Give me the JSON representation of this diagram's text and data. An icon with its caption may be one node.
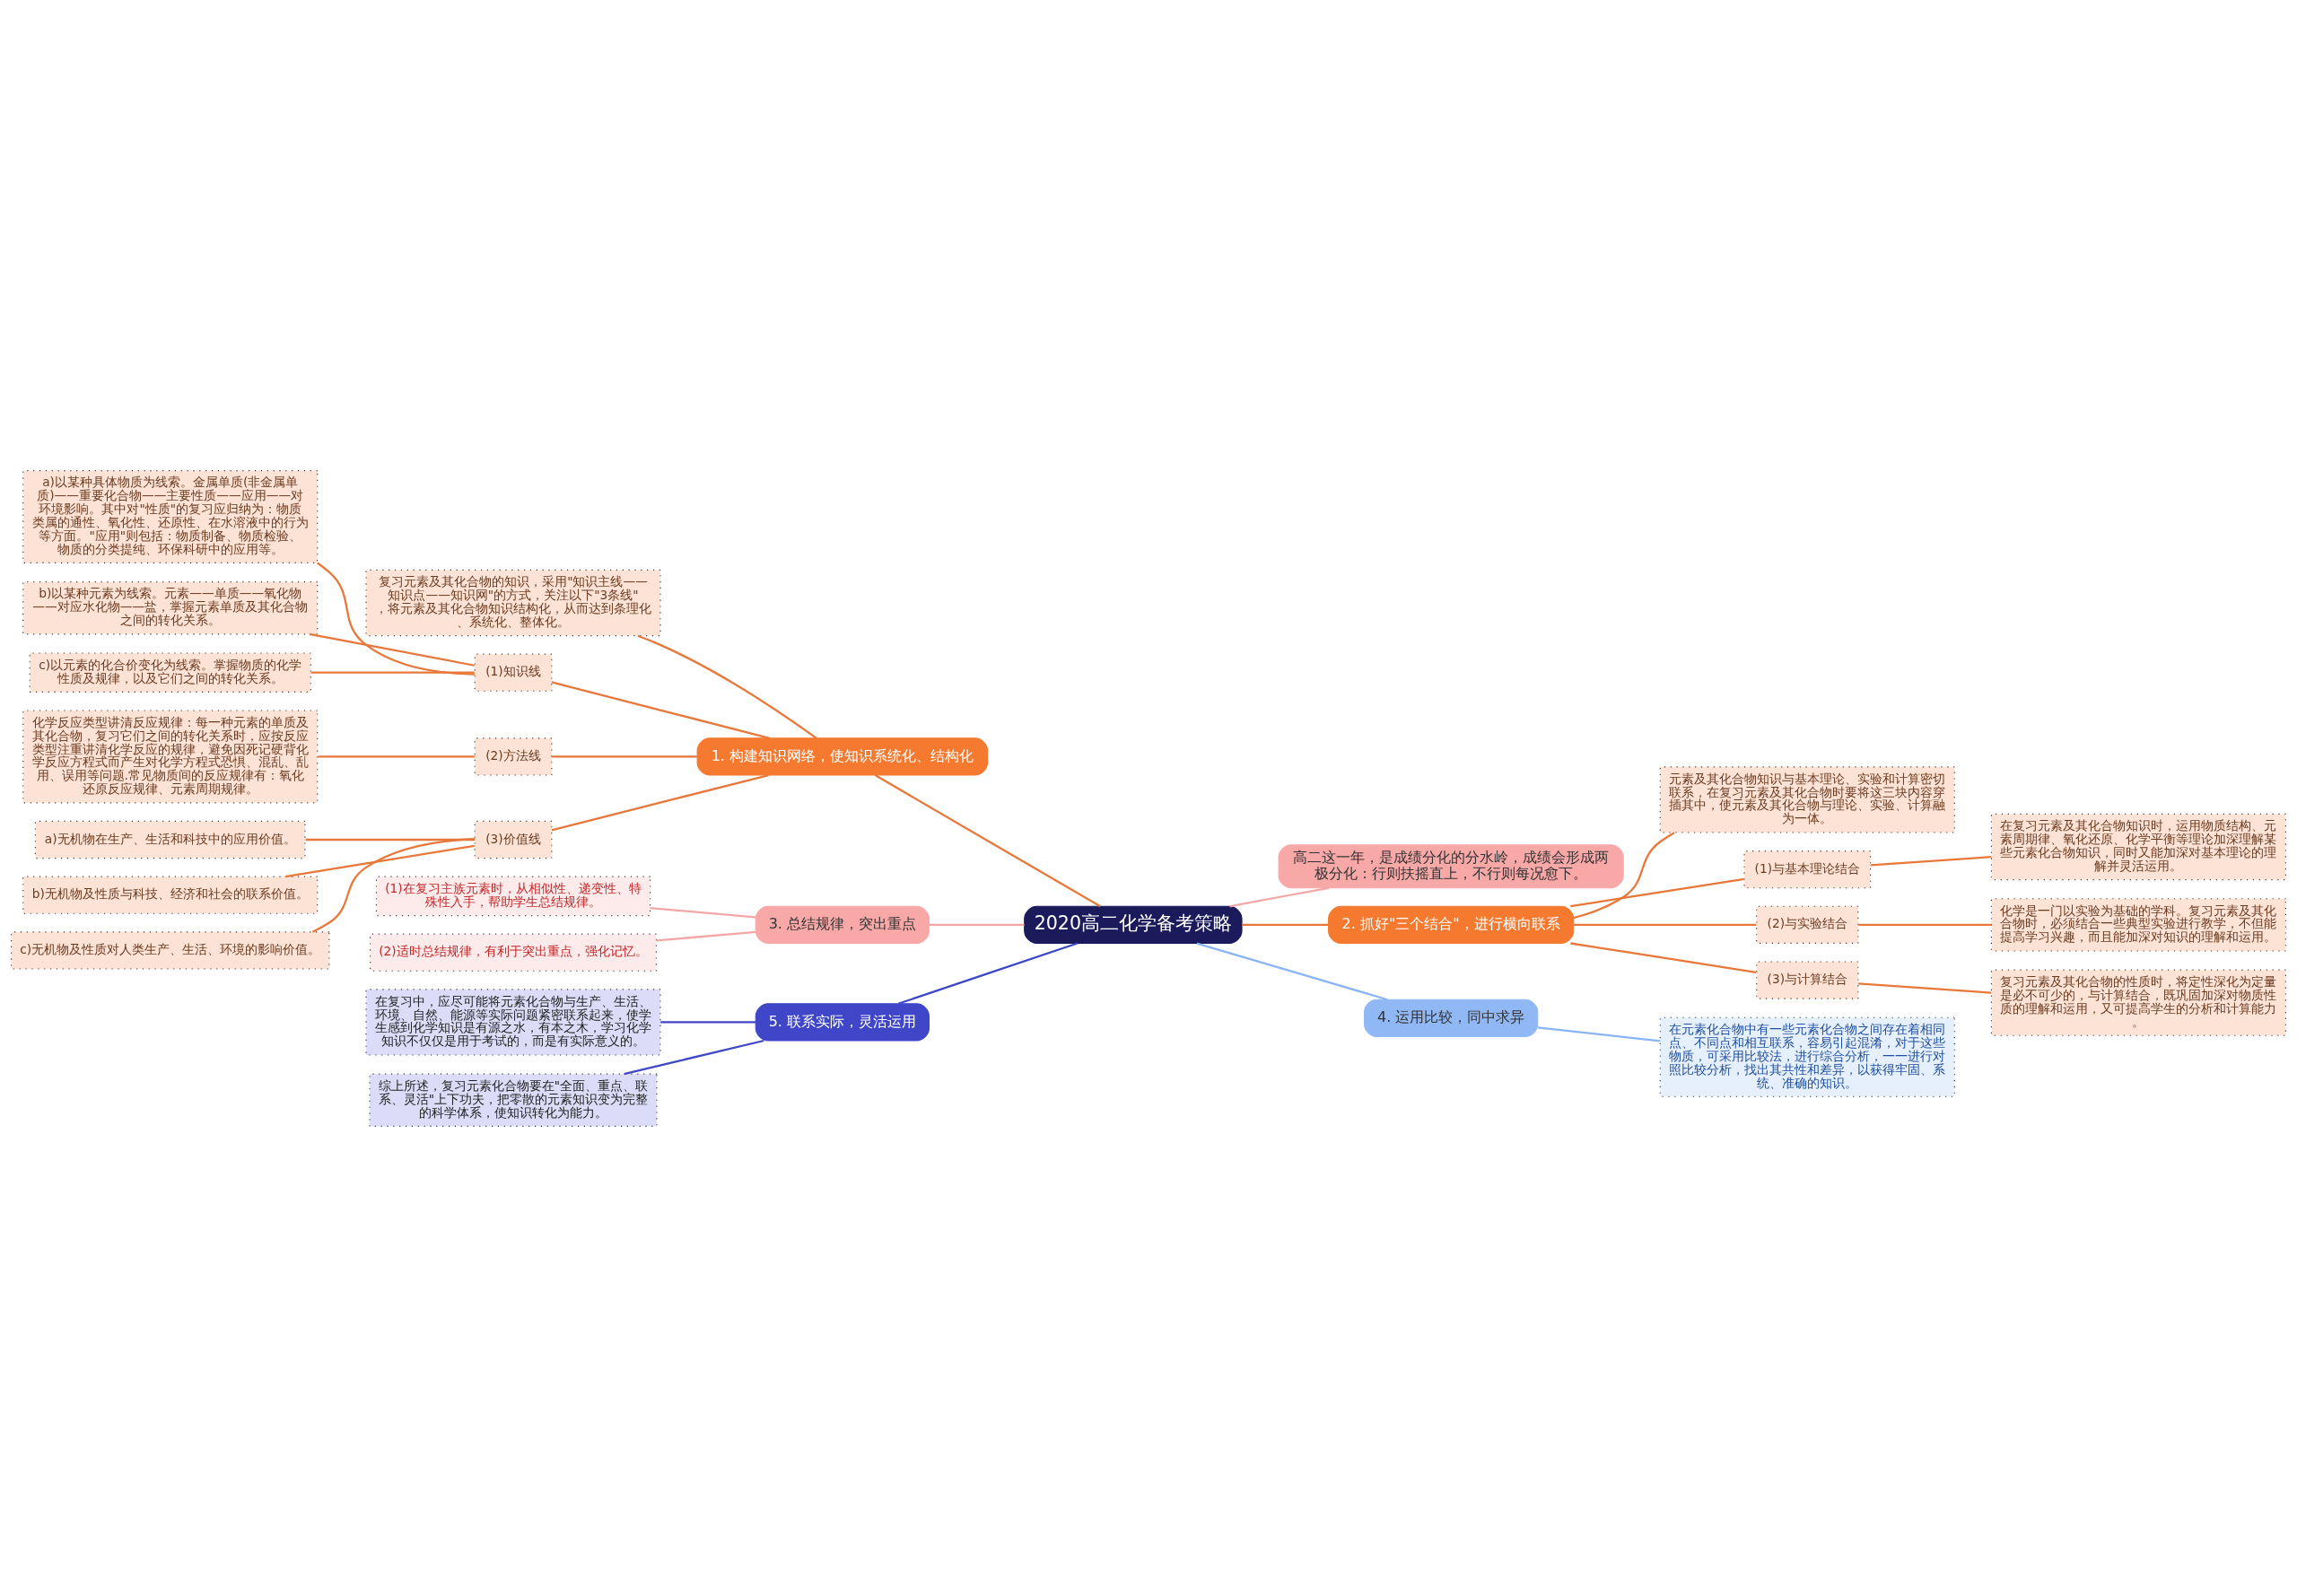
{
  "diagram": {
    "nodes": [
      {
        "text": [
          "2020高二化学备考策略"
        ]
      },
      {
        "text": [
          "1. 构建知识网络，使知识系统化、结构化"
        ]
      },
      {
        "text": [
          "复习元素及其化合物的知识，采用\"知识主线——知识点——知识网\"的方式，关注以下\"3条线\"，将元素及其化合物知识结构化，从而达到条理化、系统化、整体化。"
        ]
      },
      {
        "text": [
          "(1)知识线"
        ]
      },
      {
        "text": [
          "a)以某种具体物质为线索。金属单质(非金属单质)——重要化合物——主要性质——应用——对环境影响。其中对\"性质\"的复习应归纳为：物质类属的通性、氧化性、还原性、在水溶液中的行为等方面。\"应用\"则包括：物质制备、物质检验、物质的分类提纯、环保科研中的应用等。"
        ]
      },
      {
        "text": [
          "b)以某种元素为线索。元素——单质——氧化物——对应水化物——盐，掌握元素单质及其化合物之间的转化关系。"
        ]
      },
      {
        "text": [
          "c)以元素的化合价变化为线索。掌握物质的化学性质及规律，以及它们之间的转化关系。"
        ]
      },
      {
        "text": [
          "(2)方法线"
        ]
      },
      {
        "text": [
          "化学反应类型讲清反应规律：每一种元素的单质及其化合物，复习它们之间的转化关系时，应按反应类型注重讲清化学反应的规律，避免因死记硬背化学反应方程式而产生对化学方程式恐惧、混乱、乱用、误用等问题.常见物质间的反应规律有：氧化还原反应规律、元素周期规律。"
        ]
      },
      {
        "text": [
          "(3)价值线"
        ]
      },
      {
        "text": [
          "a)无机物在生产、生活和科技中的应用价值。"
        ]
      },
      {
        "text": [
          "b)无机物及性质与科技、经济和社会的联系价值。"
        ]
      },
      {
        "text": [
          "c)无机物及性质对人类生产、生活、环境的影响价值。"
        ]
      },
      {
        "text": [
          "3. 总结规律，突出重点"
        ]
      },
      {
        "text": [
          "(1)在复习主族元素时，从相似性、递变性、特殊性入手，帮助学生总结规律。"
        ]
      },
      {
        "text": [
          "(2)适时总结规律，有利于突出重点，强化记忆。"
        ]
      },
      {
        "text": [
          "5. 联系实际，灵活运用"
        ]
      },
      {
        "text": [
          "在复习中，应尽可能将元素化合物与生产、生活、环境、自然、能源等实际问题紧密联系起来，使学生感到化学知识是有源之水，有本之木，学习化学知识不仅仅是用于考试的，而是有实际意义的。"
        ]
      },
      {
        "text": [
          "综上所述，复习元素化合物要在\"全面、重点、联系、灵活\"上下功夫，把零散的元素知识变为完整的科学体系，使知识转化为能力。"
        ]
      },
      {
        "text": [
          "高二这一年，是成绩分化的分水岭，成绩会形成两极分化：行则扶摇直上，不行则每况愈下。"
        ]
      },
      {
        "text": [
          "2. 抓好\"三个结合\"，进行横向联系"
        ]
      },
      {
        "text": [
          "元素及其化合物知识与基本理论、实验和计算密切联系，在复习元素及其化合物时要将这三块内容穿插其中，使元素及其化合物与理论、实验、计算融为一体。"
        ]
      },
      {
        "text": [
          "(1)与基本理论结合"
        ]
      },
      {
        "text": [
          "在复习元素及其化合物知识时，运用物质结构、元素周期律、氧化还原、化学平衡等理论加深理解某些元素化合物知识，同时又能加深对基本理论的理解并灵活运用。"
        ]
      },
      {
        "text": [
          "(2)与实验结合"
        ]
      },
      {
        "text": [
          "化学是一门以实验为基础的学科。复习元素及其化合物时，必须结合一些典型实验进行教学，不但能提高学习兴趣，而且能加深对知识的理解和运用。"
        ]
      },
      {
        "text": [
          "(3)与计算结合"
        ]
      },
      {
        "text": [
          "复习元素及其化合物的性质时，将定性深化为定量是必不可少的，与计算结合，既巩固加深对物质性质的理解和运用，又可提高学生的分析和计算能力。"
        ]
      },
      {
        "text": [
          "4. 运用比较，同中求异"
        ]
      },
      {
        "text": [
          "在元素化合物中有一些元素化合物之间存在着相同点、不同点和相互联系，容易引起混淆，对于这些物质，可采用比较法，进行综合分析，一一进行对照比较分析，找出其共性和差异，以获得牢固、系统、准确的知识。"
        ]
      }
    ],
    "edges": [
      {
        "from": 0,
        "to": 1,
        "arrow": "none"
      },
      {
        "from": 1,
        "to": 2,
        "arrow": "none"
      },
      {
        "from": 1,
        "to": 3,
        "arrow": "none"
      },
      {
        "from": 3,
        "to": 4,
        "arrow": "none"
      },
      {
        "from": 3,
        "to": 5,
        "arrow": "none"
      },
      {
        "from": 3,
        "to": 6,
        "arrow": "none"
      },
      {
        "from": 1,
        "to": 7,
        "arrow": "none"
      },
      {
        "from": 7,
        "to": 8,
        "arrow": "none"
      },
      {
        "from": 1,
        "to": 9,
        "arrow": "none"
      },
      {
        "from": 9,
        "to": 10,
        "arrow": "none"
      },
      {
        "from": 9,
        "to": 11,
        "arrow": "none"
      },
      {
        "from": 9,
        "to": 12,
        "arrow": "none"
      },
      {
        "from": 0,
        "to": 13,
        "arrow": "none",
        "color": "#f4a6a6"
      },
      {
        "from": 13,
        "to": 14,
        "arrow": "none",
        "color": "#f4a6a6"
      },
      {
        "from": 13,
        "to": 15,
        "arrow": "none",
        "color": "#f4a6a6"
      },
      {
        "from": 0,
        "to": 16,
        "arrow": "none",
        "color": "#3f46c8"
      },
      {
        "from": 16,
        "to": 17,
        "arrow": "none",
        "color": "#3f46c8"
      },
      {
        "from": 16,
        "to": 18,
        "arrow": "none",
        "color": "#3f46c8"
      },
      {
        "from": 0,
        "to": 19,
        "arrow": "none",
        "color": "#f4a6a6"
      },
      {
        "from": 0,
        "to": 20,
        "arrow": "none"
      },
      {
        "from": 20,
        "to": 21,
        "arrow": "none"
      },
      {
        "from": 20,
        "to": 22,
        "arrow": "none"
      },
      {
        "from": 22,
        "to": 23,
        "arrow": "none"
      },
      {
        "from": 20,
        "to": 24,
        "arrow": "none"
      },
      {
        "from": 24,
        "to": 25,
        "arrow": "none"
      },
      {
        "from": 20,
        "to": 26,
        "arrow": "none"
      },
      {
        "from": 26,
        "to": 27,
        "arrow": "none"
      },
      {
        "from": 0,
        "to": 28,
        "arrow": "none",
        "color": "#8ab4f8"
      },
      {
        "from": 28,
        "to": 29,
        "arrow": "none",
        "color": "#8ab4f8"
      }
    ]
  }
}
